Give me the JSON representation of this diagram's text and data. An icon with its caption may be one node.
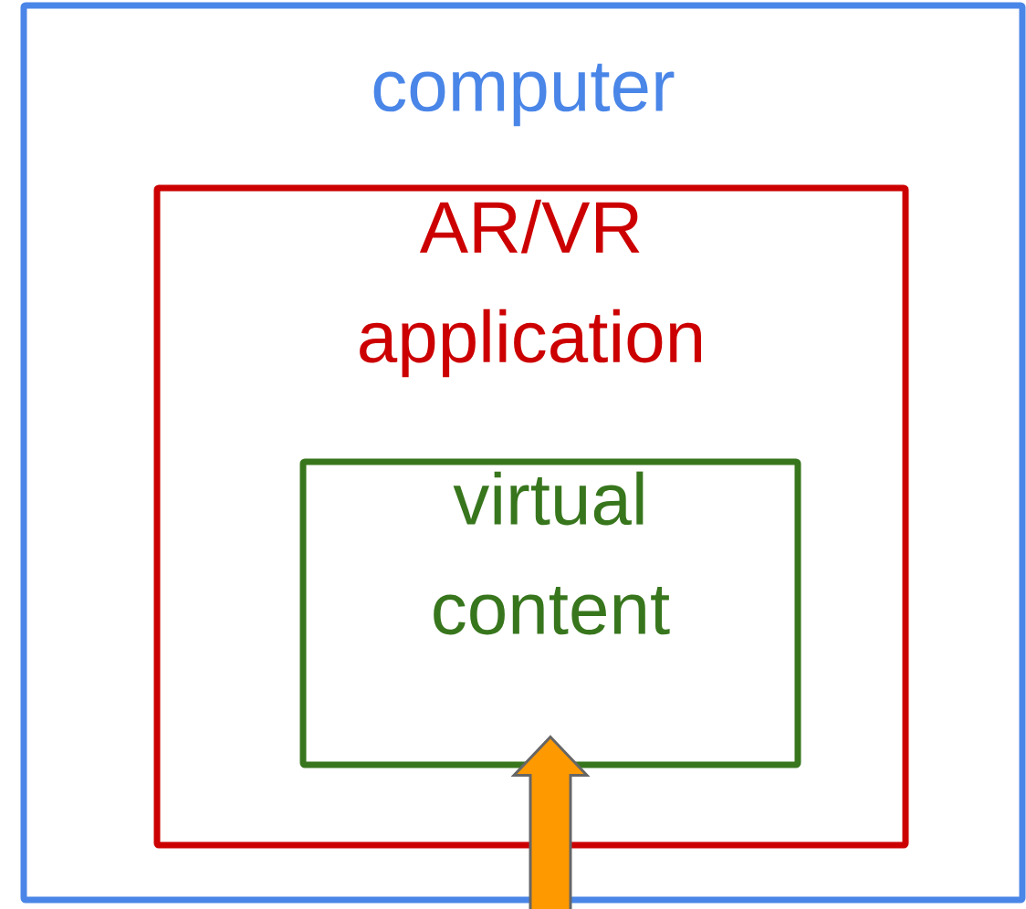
{
  "diagram": {
    "nodes": [
      {
        "text": [
          "computer"
        ]
      },
      {
        "text": [
          "AR/VR application"
        ],
        "in": 0
      },
      {
        "text": [
          "virtual content"
        ],
        "in": 1
      }
    ],
    "edges": [
      {
        "from": null,
        "to": 2,
        "arrow": "to",
        "color": "#ff9900"
      }
    ]
  }
}
